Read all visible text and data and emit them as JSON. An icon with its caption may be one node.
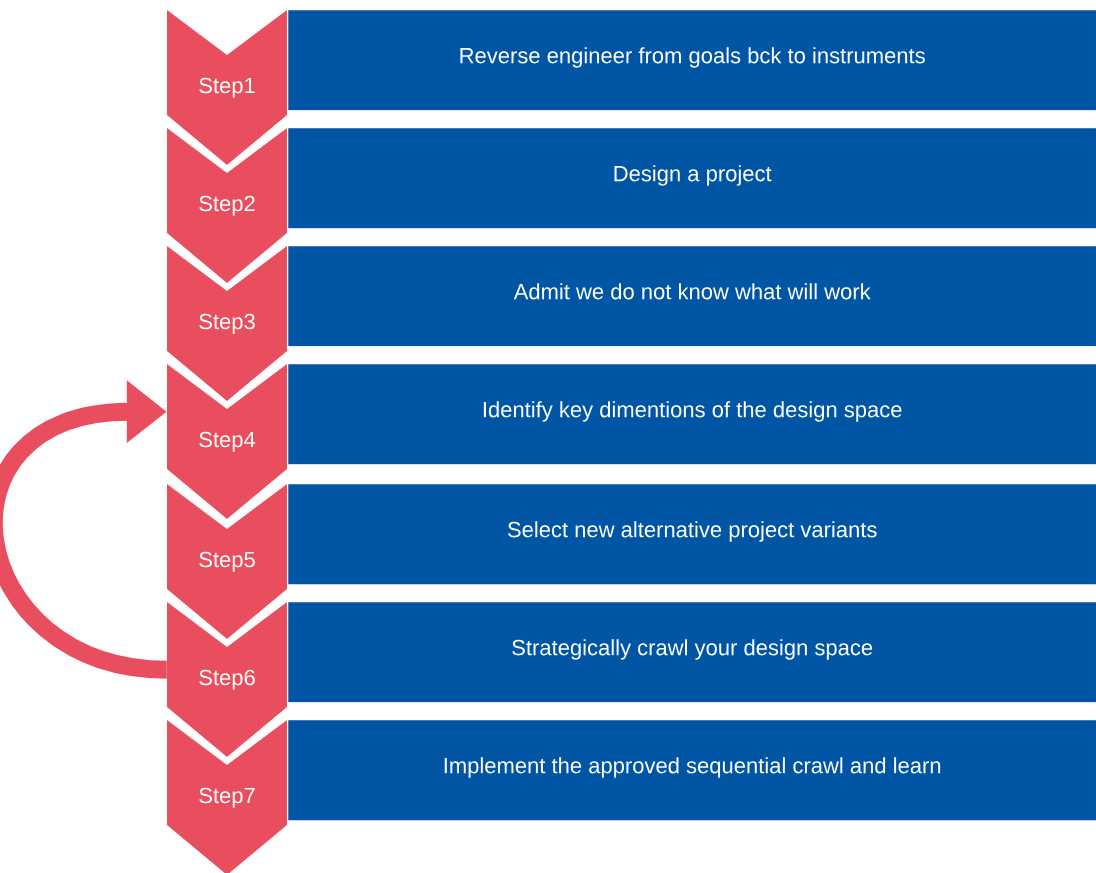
{
  "diagram": {
    "nodes": [
      {
        "text": [
          "Step1"
        ]
      },
      {
        "text": [
          "Reverse engineer from goals bck to instruments"
        ]
      },
      {
        "text": [
          "Step2"
        ]
      },
      {
        "text": [
          "Design a project"
        ]
      },
      {
        "text": [
          "Step3"
        ]
      },
      {
        "text": [
          "Admit we do not know what will work"
        ]
      },
      {
        "text": [
          "Step4"
        ]
      },
      {
        "text": [
          "Identify key dimentions of the design space"
        ]
      },
      {
        "text": [
          "Step5"
        ]
      },
      {
        "text": [
          "Select new alternative project variants"
        ]
      },
      {
        "text": [
          "Step6"
        ]
      },
      {
        "text": [
          "Strategically crawl your design space"
        ]
      },
      {
        "text": [
          "Step7"
        ]
      },
      {
        "text": [
          "Implement the approved sequential crawl and learn"
        ]
      }
    ],
    "edges": [
      {
        "from": 10,
        "to": 6,
        "arrow": "to"
      }
    ]
  }
}
